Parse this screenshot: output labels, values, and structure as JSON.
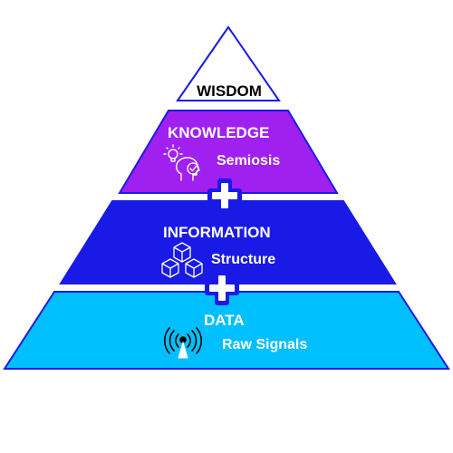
{
  "pyramid": {
    "levels": [
      {
        "key": "wisdom",
        "title": "WISDOM",
        "subtitle": "",
        "icon": "",
        "color": "#ffffff",
        "text_color": "#000000"
      },
      {
        "key": "knowledge",
        "title": "KNOWLEDGE",
        "subtitle": "Semiosis",
        "icon": "head-lightbulb-check-icon",
        "color": "#a020f0",
        "text_color": "#ffffff"
      },
      {
        "key": "information",
        "title": "INFORMATION",
        "subtitle": "Structure",
        "icon": "cubes-icon",
        "color": "#1a1ae6",
        "text_color": "#ffffff"
      },
      {
        "key": "data",
        "title": "DATA",
        "subtitle": "Raw Signals",
        "icon": "radio-signal-icon",
        "color": "#00bfff",
        "text_color": "#ffffff"
      }
    ],
    "connectors": [
      {
        "icon": "plus-icon",
        "color": "#1a1ae6"
      },
      {
        "icon": "plus-icon",
        "color": "#1a1ae6"
      }
    ],
    "outline_color": "#1a1ae6"
  }
}
